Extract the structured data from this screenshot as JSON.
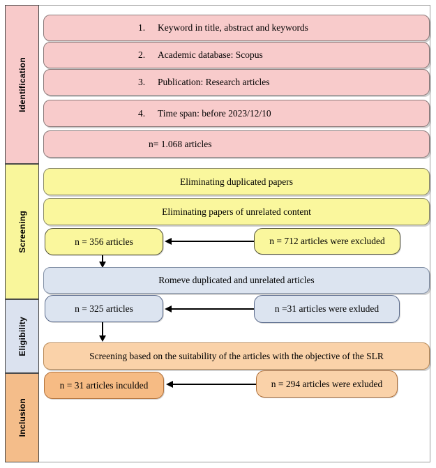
{
  "diagram_type": "systematic-literature-review-flowchart",
  "sidebar": {
    "stages": [
      {
        "label": "Identification",
        "color": "#f8caca"
      },
      {
        "label": "Screening",
        "color": "#f9f69b"
      },
      {
        "label": "Eligibility",
        "color": "#dbe2ef"
      },
      {
        "label": "Inclusion",
        "color": "#f4bd8a"
      }
    ]
  },
  "identification": {
    "criteria": [
      {
        "num": "1.",
        "text": "Keyword in title, abstract and keywords"
      },
      {
        "num": "2.",
        "text": "Academic database: Scopus"
      },
      {
        "num": "3.",
        "text": "Publication: Research articles"
      },
      {
        "num": "4.",
        "text": "Time span: before 2023/12/10"
      }
    ],
    "result": "n= 1.068 articles"
  },
  "screening": {
    "step1": "Eliminating duplicated papers",
    "step2": "Eliminating papers of unrelated content",
    "result": "n = 356 articles",
    "excluded": "n = 712 articles were excluded",
    "merge": "Romeve duplicated and unrelated articles"
  },
  "eligibility": {
    "result": "n = 325 articles",
    "excluded": "n =31 articles were exluded",
    "step": "Screening based on the suitability of the articles with the objective of the SLR"
  },
  "inclusion": {
    "result": "n = 31 articles inculded",
    "excluded": "n = 294 articles were exluded"
  },
  "colors": {
    "pink_box": "#f8cbcb",
    "yellow_box": "#faf79d",
    "blue_box": "#dce4f0",
    "orange_box": "#fad2a9",
    "orange_box_dark": "#f6bb84",
    "arrow": "#000000",
    "frame_border": "#9a9a9a"
  }
}
